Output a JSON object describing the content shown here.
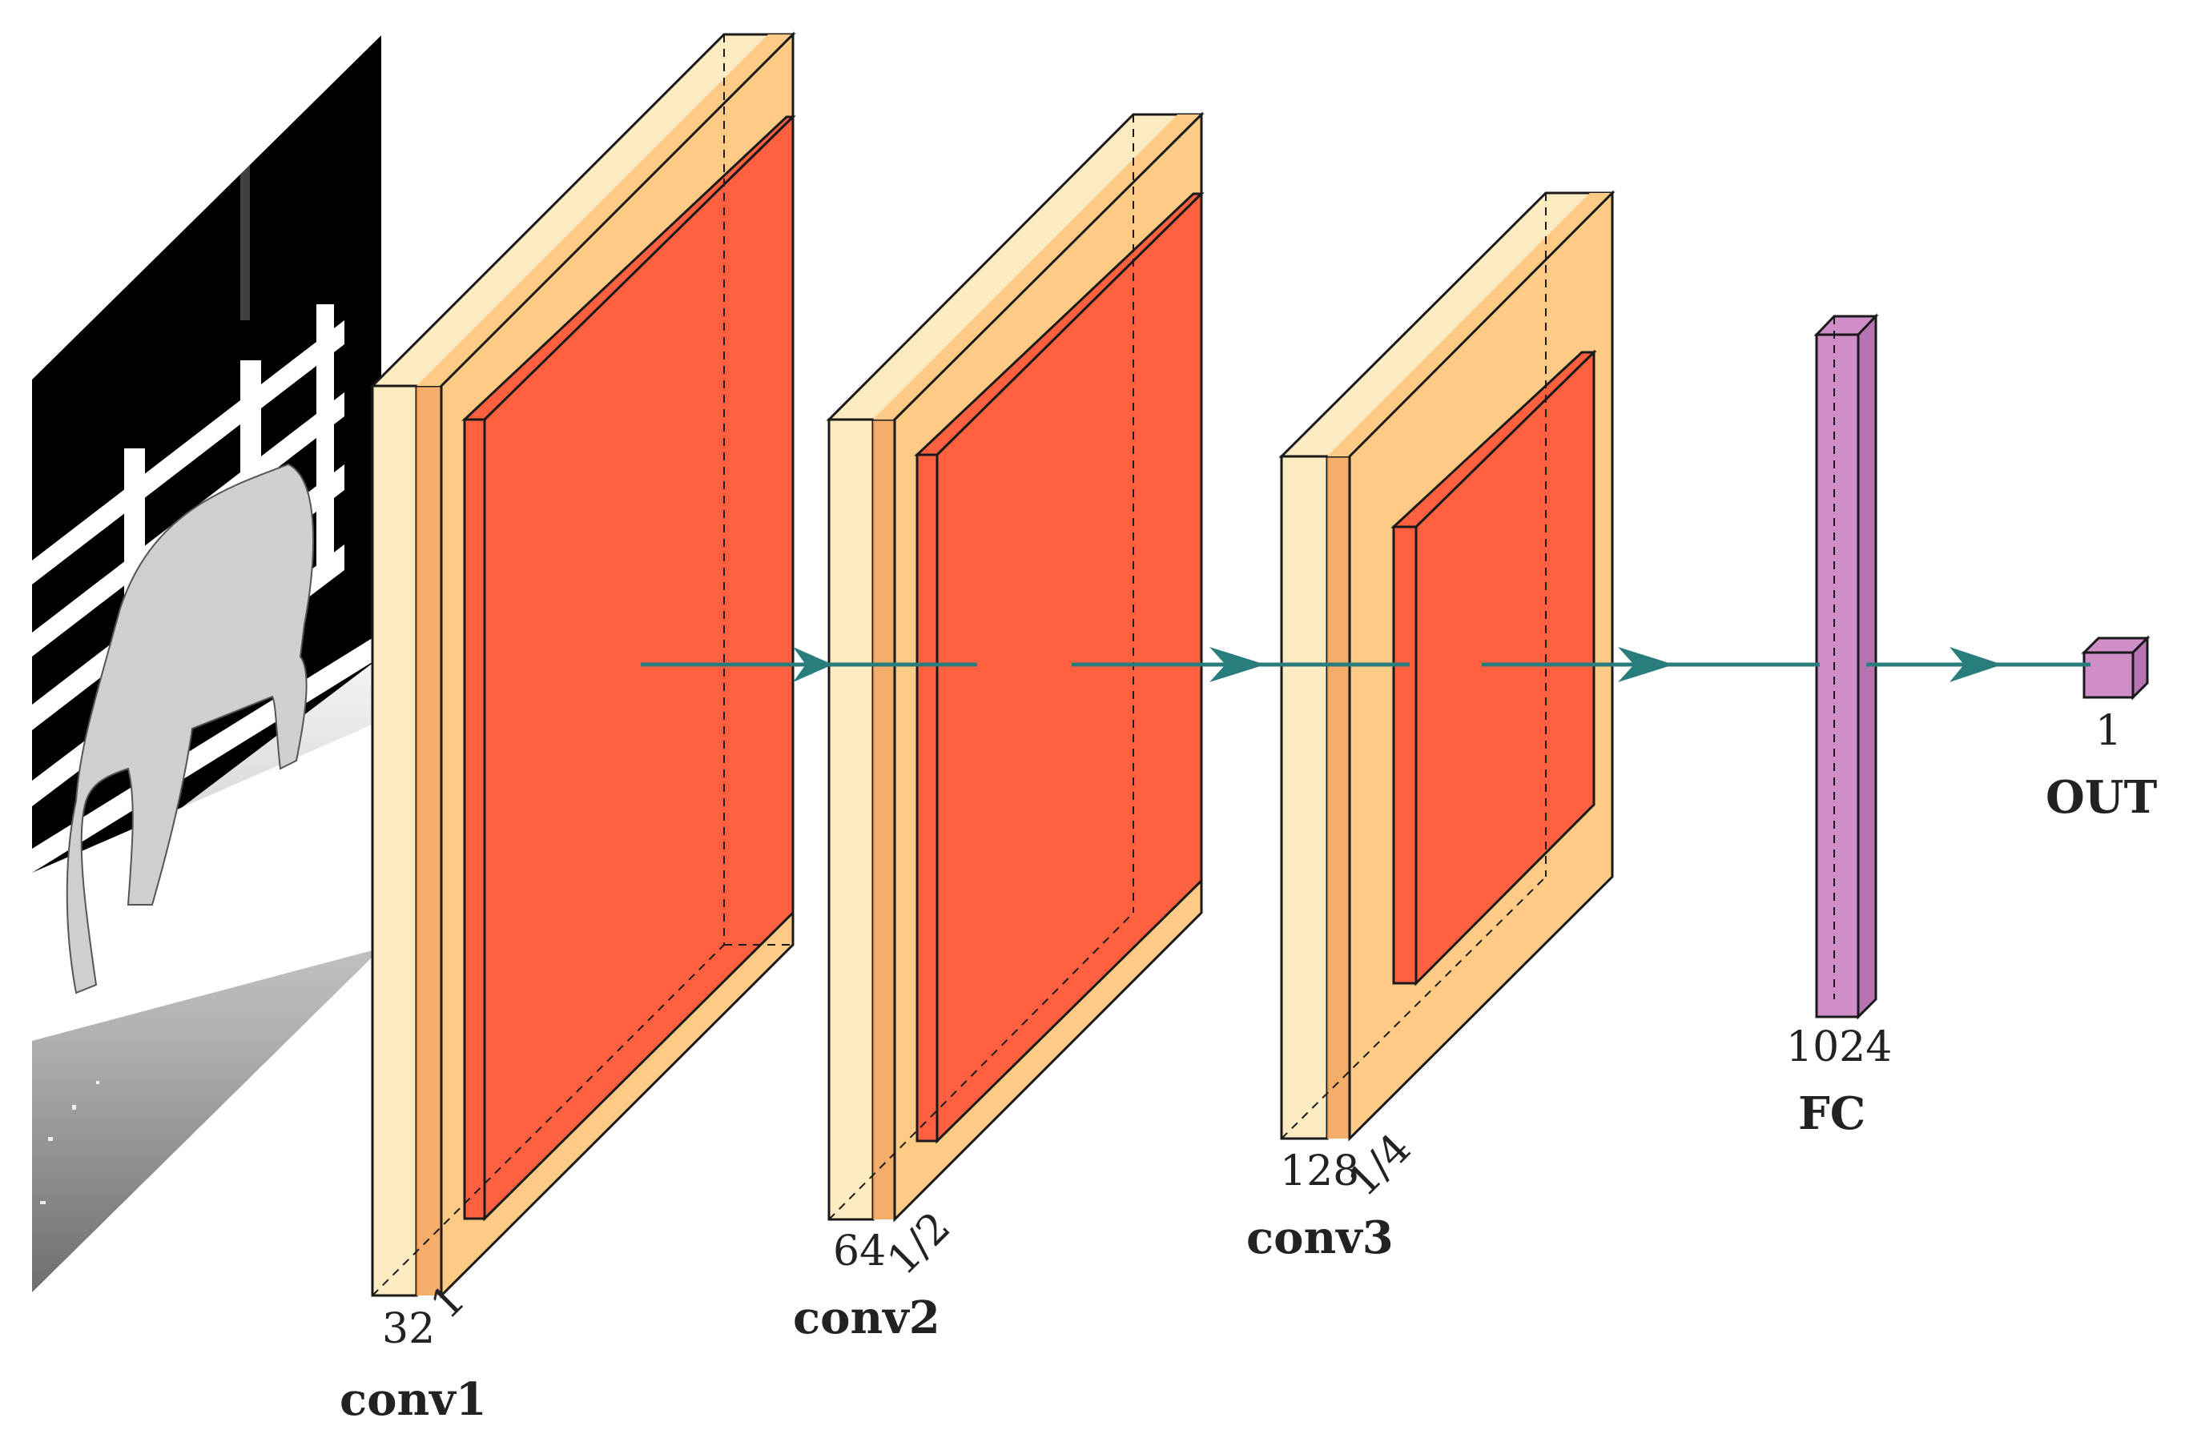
{
  "diagram": {
    "input": {
      "description_icon": "input-image"
    },
    "layers": [
      {
        "id": "conv1",
        "name": "conv1",
        "channels": "32",
        "scale": "1"
      },
      {
        "id": "conv2",
        "name": "conv2",
        "channels": "64",
        "scale": "1/2"
      },
      {
        "id": "conv3",
        "name": "conv3",
        "channels": "128",
        "scale": "1/4"
      },
      {
        "id": "fc",
        "name": "FC",
        "channels": "1024"
      },
      {
        "id": "out",
        "name": "OUT",
        "channels": "1"
      }
    ],
    "colors": {
      "conv_light": "#FDEBC2",
      "conv_mid": "#FDCB85",
      "conv_dark": "#F3A050",
      "pool": "#FF6040",
      "fc": "#CF8EC8",
      "arrow": "#2A7D7D",
      "edge": "#1a1a1a"
    }
  }
}
